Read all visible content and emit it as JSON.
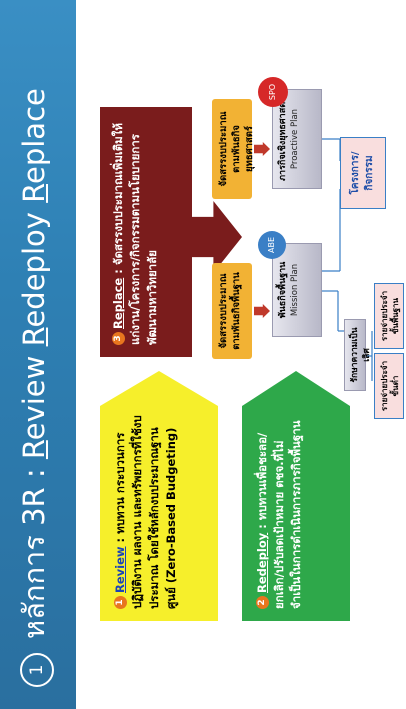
{
  "title": {
    "number": "1",
    "text_prefix": "หลักการ 3R : ",
    "r1_initial": "R",
    "r1_rest": "eview ",
    "r2_initial": "R",
    "r2_rest": "edeploy ",
    "r3_initial": "R",
    "r3_rest": "eplace"
  },
  "review": {
    "badge": "1",
    "keyword": "Review",
    "text": " : ทบทวน กระบวนการปฏิบัติงาน ผลงาน และทรัพยากรที่ใช้งบประมาณ โดยใช้หลักงบประมาณฐานศูนย์ (Zero-Based Budgeting)"
  },
  "redeploy": {
    "badge": "2",
    "keyword": "Redeploy",
    "text": " : ทบทวนเพื่อชะลอ/ยกเลิก/ปรับลดเป้าหมาย ตชจ.ที่ไม่จำเป็นในการดำเนินการภารกิจพื้นฐาน"
  },
  "replace": {
    "badge": "3",
    "keyword": "Replace",
    "text": " : จัดสรรงบประมาณเพิ่มเติมให้แก่งาน/โครงการ/กิจกรรมตามนโยบายการพัฒนามหาวิทยาลัย"
  },
  "flow": {
    "box_basic_alloc": "จัดสรรงบประมาณตามพันธกิจพื้นฐาน",
    "box_strategic_alloc": "จัดสรรงบประมาณตามพันธกิจยุทธศาสตร์",
    "mission_th": "พันธกิจพื้นฐาน",
    "mission_en": "Mission Plan",
    "proactive_th": "ภารกิจเชิงยุทธศาสตร์",
    "proactive_en": "Proactive Plan",
    "abe": "ABE",
    "spo": "SPO",
    "maintain_th": "รักษาความเป็นเลิศ",
    "expense_basic": "รายจ่ายประจำขั้นพื้นฐาน",
    "expense_min": "รายจ่ายประจำขั้นต่ำ",
    "project": "โครงการ/กิจกรรม"
  },
  "colors": {
    "title_bar": "#2e80b4",
    "review": "#f6ef2b",
    "redeploy": "#2ea84a",
    "replace": "#7a1c1c",
    "orange": "#f2b234",
    "abe_circle": "#3a7fc6",
    "spo_circle": "#d62828"
  }
}
